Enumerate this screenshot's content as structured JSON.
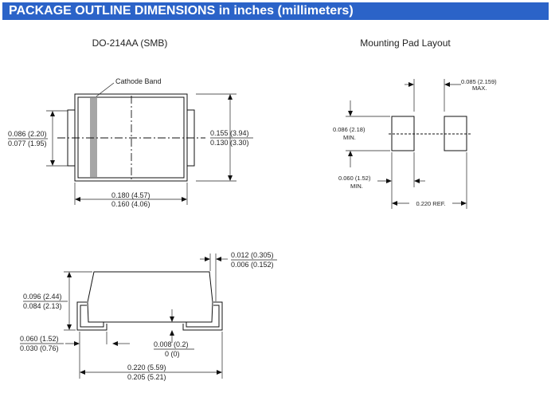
{
  "header": {
    "title": "PACKAGE OUTLINE DIMENSIONS in inches (millimeters)"
  },
  "top_view": {
    "title": "DO-214AA (SMB)",
    "cathode_label": "Cathode Band",
    "height_max": "0.086 (2.20)",
    "height_min": "0.077 (1.95)",
    "body_h_max": "0.155 (3.94)",
    "body_h_min": "0.130 (3.30)",
    "body_w_max": "0.180 (4.57)",
    "body_w_min": "0.160 (4.06)"
  },
  "pad_layout": {
    "title": "Mounting Pad Layout",
    "gap_value": "0.085 (2.159)",
    "gap_note": "MAX.",
    "pad_h_value": "0.086 (2.18)",
    "pad_h_note": "MIN.",
    "pad_w_value": "0.060 (1.52)",
    "pad_w_note": "MIN.",
    "ref_value": "0.220 REF."
  },
  "side_view": {
    "lead_t_max": "0.012 (0.305)",
    "lead_t_min": "0.006 (0.152)",
    "height_max": "0.096 (2.44)",
    "height_min": "0.084 (2.13)",
    "foot_max": "0.060 (1.52)",
    "foot_min": "0.030 (0.76)",
    "standoff_max": "0.008 (0.2)",
    "standoff_min": "0 (0)",
    "total_w_max": "0.220 (5.59)",
    "total_w_min": "0.205 (5.21)"
  }
}
